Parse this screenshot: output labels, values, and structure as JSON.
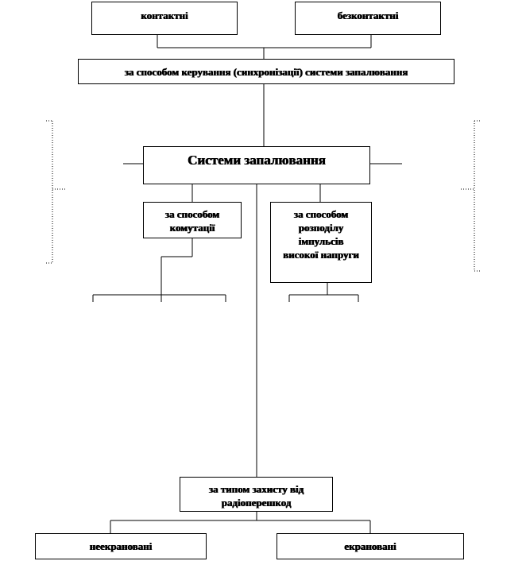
{
  "boxes": {
    "contact": "контактні",
    "contactless": "безконтактні",
    "control_method": "за способом керування (синхронізації)  системи запалювання",
    "ignition_systems": "Системи запалювання",
    "switching_method": "за способом комутації",
    "distribution_method": "за способом розподілу імпульсів високої напруги",
    "interference_protection": "за типом захисту від радіоперешкод",
    "unshielded": "неекрановані",
    "shielded": "екрановані"
  }
}
